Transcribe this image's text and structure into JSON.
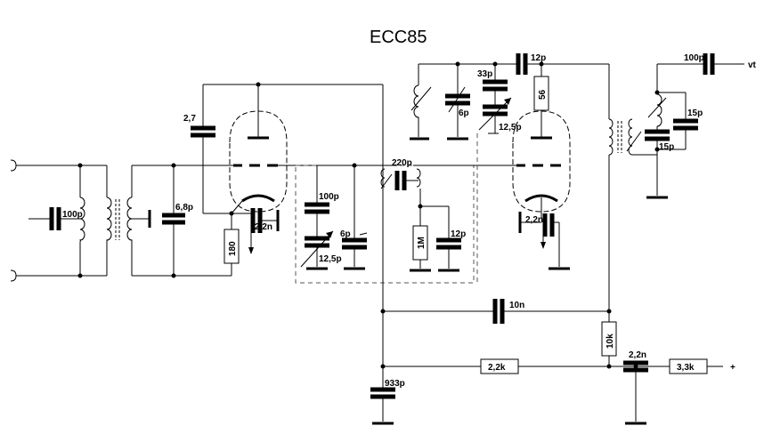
{
  "title": "ECC85",
  "components": {
    "c_ant": "100p",
    "c_tank1": "6,8p",
    "c_grid": "2,7",
    "r_cathode1": "180",
    "c_cathode1": "2,2n",
    "c_220p": "220p",
    "c_100p_mid": "100p",
    "c_trim1": "12,5p",
    "c_6p_mid": "6p",
    "r_1m": "1M",
    "c_12p_mid": "12p",
    "c_33p": "33p",
    "c_6p_top": "6p",
    "c_trim2": "12,5p",
    "c_12p_top": "12p",
    "r_56": "56",
    "c_cathode2": "2,2n",
    "c_100p_out": "100p",
    "out_label": "vt",
    "c_15p_a": "15p",
    "c_15p_b": "15p",
    "c_10n": "10n",
    "r_10k": "10k",
    "c_933p": "933p",
    "r_2k2": "2,2k",
    "c_2n2_supply": "2,2n",
    "r_3k3": "3,3k",
    "plus_label": "+"
  }
}
